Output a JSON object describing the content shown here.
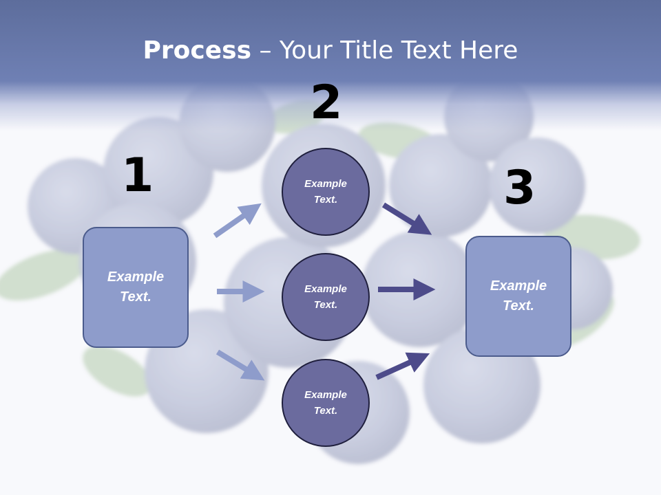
{
  "title": {
    "bold": "Process",
    "rest": " – Your Title Text Here"
  },
  "steps": [
    {
      "number": "1",
      "label_line1": "Example",
      "label_line2": "Text."
    },
    {
      "number": "2",
      "label_line1": "Example",
      "label_line2": "Text."
    },
    {
      "number": "3",
      "label_line1": "Example",
      "label_line2": "Text."
    }
  ],
  "middle_nodes": [
    {
      "line1": "Example",
      "line2": "Text."
    },
    {
      "line1": "Example",
      "line2": "Text."
    },
    {
      "line1": "Example",
      "line2": "Text."
    }
  ],
  "colors": {
    "title_band": "#6f80b4",
    "box_fill": "#8e9ccb",
    "circle_fill": "#6b6b9e",
    "arrow_light": "#8e9ccb",
    "arrow_dark": "#4d4b8a"
  }
}
